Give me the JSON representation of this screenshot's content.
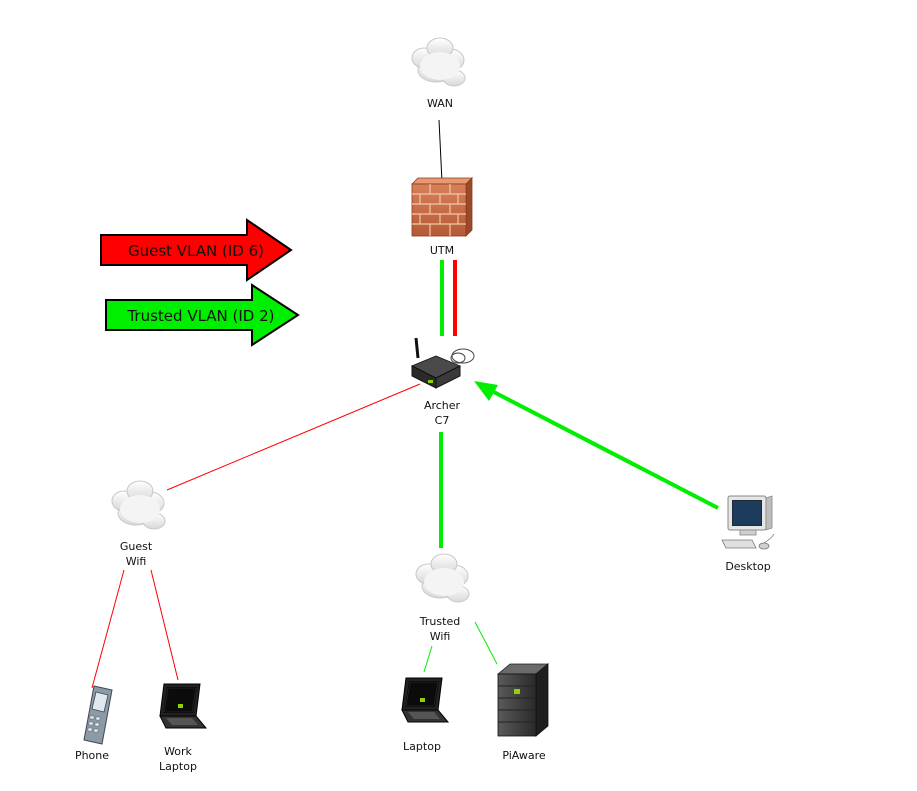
{
  "legend": [
    {
      "label": "Guest VLAN (ID 6)",
      "color": "#ff0000"
    },
    {
      "label": "Trusted VLAN (ID 2)",
      "color": "#00ee00"
    }
  ],
  "nodes": {
    "wan": {
      "label": "WAN",
      "icon": "cloud-icon"
    },
    "utm": {
      "label": "UTM",
      "icon": "firewall-icon"
    },
    "archer": {
      "line1": "Archer",
      "line2": "C7",
      "icon": "router-icon"
    },
    "guest_wifi": {
      "line1": "Guest",
      "line2": "Wifi",
      "icon": "cloud-icon"
    },
    "trusted_wifi": {
      "line1": "Trusted",
      "line2": "Wifi",
      "icon": "cloud-icon"
    },
    "desktop": {
      "label": "Desktop",
      "icon": "desktop-icon"
    },
    "phone": {
      "label": "Phone",
      "icon": "phone-icon"
    },
    "work_laptop": {
      "line1": "Work",
      "line2": "Laptop",
      "icon": "laptop-icon"
    },
    "laptop": {
      "label": "Laptop",
      "icon": "laptop-icon"
    },
    "piaware": {
      "label": "PiAware",
      "icon": "server-icon"
    }
  },
  "colors": {
    "guest": "#ff0000",
    "trusted": "#00ee00",
    "wan_link": "#000000"
  }
}
